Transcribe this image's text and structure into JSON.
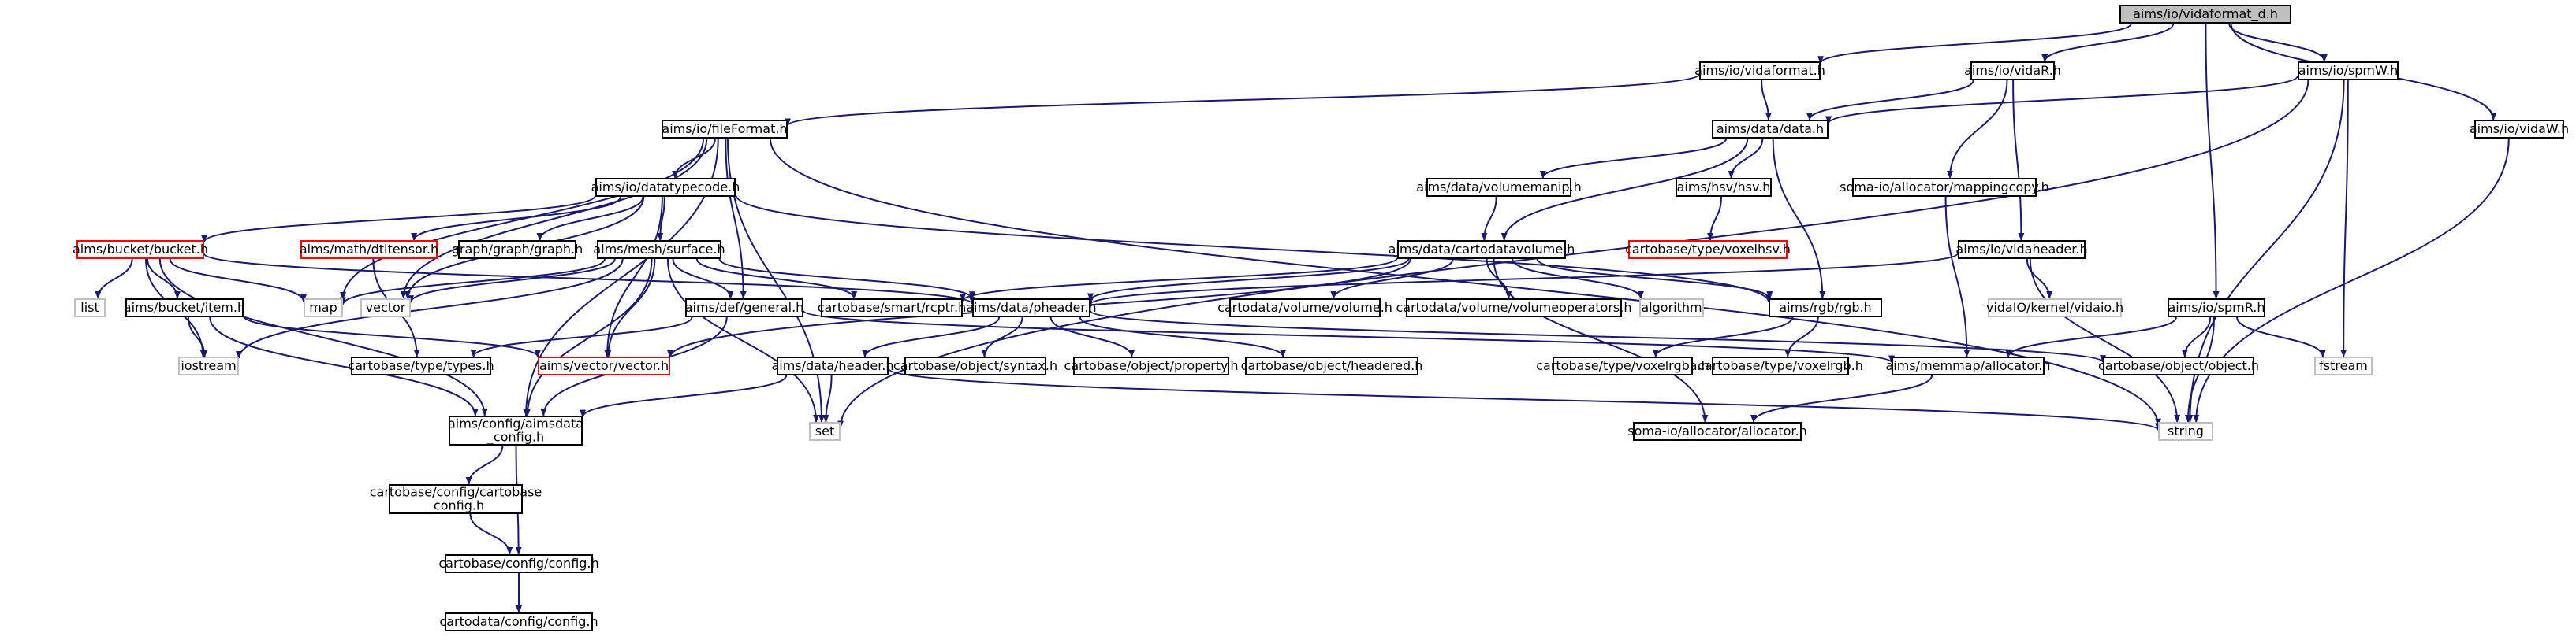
{
  "colors": {
    "edge": "#191970",
    "root_fill": "#bfbfbf",
    "node_fill": "#ffffff",
    "node_border": "#000000",
    "external_border": "#bfbfbf",
    "missing_border": "#ff0000"
  },
  "nodes": [
    {
      "id": "n0",
      "kind": "root",
      "lines": [
        "aims/io/vidaformat_d.h"
      ]
    },
    {
      "id": "n1",
      "kind": "normal",
      "lines": [
        "aims/io/vidaformat.h"
      ]
    },
    {
      "id": "n2",
      "kind": "normal",
      "lines": [
        "aims/io/vidaR.h"
      ]
    },
    {
      "id": "n3",
      "kind": "normal",
      "lines": [
        "aims/io/spmW.h"
      ]
    },
    {
      "id": "n4",
      "kind": "normal",
      "lines": [
        "aims/io/vidaW.h"
      ]
    },
    {
      "id": "n5",
      "kind": "normal",
      "lines": [
        "aims/io/fileFormat.h"
      ]
    },
    {
      "id": "n6",
      "kind": "normal",
      "lines": [
        "aims/data/data.h"
      ]
    },
    {
      "id": "n7",
      "kind": "normal",
      "lines": [
        "aims/io/datatypecode.h"
      ]
    },
    {
      "id": "n8",
      "kind": "normal",
      "lines": [
        "aims/data/volumemanip.h"
      ]
    },
    {
      "id": "n9",
      "kind": "normal",
      "lines": [
        "aims/hsv/hsv.h"
      ]
    },
    {
      "id": "n10",
      "kind": "normal",
      "lines": [
        "soma-io/allocator/mappingcopy.h"
      ]
    },
    {
      "id": "n11",
      "kind": "missing",
      "lines": [
        "aims/bucket/bucket.h"
      ]
    },
    {
      "id": "n12",
      "kind": "missing",
      "lines": [
        "aims/math/dtitensor.h"
      ]
    },
    {
      "id": "n13",
      "kind": "normal",
      "lines": [
        "graph/graph/graph.h"
      ]
    },
    {
      "id": "n14",
      "kind": "normal",
      "lines": [
        "aims/mesh/surface.h"
      ]
    },
    {
      "id": "n15",
      "kind": "normal",
      "lines": [
        "aims/data/cartodatavolume.h"
      ]
    },
    {
      "id": "n16",
      "kind": "missing",
      "lines": [
        "cartobase/type/voxelhsv.h"
      ]
    },
    {
      "id": "n17",
      "kind": "normal",
      "lines": [
        "aims/io/vidaheader.h"
      ]
    },
    {
      "id": "n18",
      "kind": "normal",
      "lines": [
        "aims/io/spmR.h"
      ]
    },
    {
      "id": "n19",
      "kind": "external",
      "lines": [
        "list"
      ]
    },
    {
      "id": "n20",
      "kind": "normal",
      "lines": [
        "aims/bucket/item.h"
      ]
    },
    {
      "id": "n21",
      "kind": "external",
      "lines": [
        "map"
      ]
    },
    {
      "id": "n22",
      "kind": "external",
      "lines": [
        "vector"
      ]
    },
    {
      "id": "n23",
      "kind": "normal",
      "lines": [
        "aims/def/general.h"
      ]
    },
    {
      "id": "n24",
      "kind": "normal",
      "lines": [
        "cartobase/smart/rcptr.h"
      ]
    },
    {
      "id": "n25",
      "kind": "normal",
      "lines": [
        "aims/data/pheader.h"
      ]
    },
    {
      "id": "n26",
      "kind": "normal",
      "lines": [
        "cartodata/volume/volume.h"
      ]
    },
    {
      "id": "n27",
      "kind": "normal",
      "lines": [
        "cartodata/volume/volumeoperators.h"
      ]
    },
    {
      "id": "n28",
      "kind": "external",
      "lines": [
        "algorithm"
      ]
    },
    {
      "id": "n29",
      "kind": "normal",
      "lines": [
        "aims/rgb/rgb.h"
      ]
    },
    {
      "id": "n30",
      "kind": "external",
      "lines": [
        "vidaIO/kernel/vidaio.h"
      ]
    },
    {
      "id": "n31",
      "kind": "external",
      "lines": [
        "iostream"
      ]
    },
    {
      "id": "n32",
      "kind": "normal",
      "lines": [
        "cartobase/type/types.h"
      ]
    },
    {
      "id": "n33",
      "kind": "missing",
      "lines": [
        "aims/vector/vector.h"
      ]
    },
    {
      "id": "n34",
      "kind": "normal",
      "lines": [
        "aims/data/header.h"
      ]
    },
    {
      "id": "n35",
      "kind": "normal",
      "lines": [
        "cartobase/object/syntax.h"
      ]
    },
    {
      "id": "n36",
      "kind": "normal",
      "lines": [
        "cartobase/object/property.h"
      ]
    },
    {
      "id": "n37",
      "kind": "normal",
      "lines": [
        "cartobase/object/headered.h"
      ]
    },
    {
      "id": "n38",
      "kind": "normal",
      "lines": [
        "cartobase/type/voxelrgba.h"
      ]
    },
    {
      "id": "n39",
      "kind": "normal",
      "lines": [
        "cartobase/type/voxelrgb.h"
      ]
    },
    {
      "id": "n40",
      "kind": "normal",
      "lines": [
        "aims/memmap/allocator.h"
      ]
    },
    {
      "id": "n41",
      "kind": "normal",
      "lines": [
        "cartobase/object/object.h"
      ]
    },
    {
      "id": "n42",
      "kind": "external",
      "lines": [
        "fstream"
      ]
    },
    {
      "id": "n43",
      "kind": "normal",
      "lines": [
        "aims/config/aimsdata",
        "_config.h"
      ]
    },
    {
      "id": "n44",
      "kind": "external",
      "lines": [
        "set"
      ]
    },
    {
      "id": "n45",
      "kind": "normal",
      "lines": [
        "soma-io/allocator/allocator.h"
      ]
    },
    {
      "id": "n46",
      "kind": "external",
      "lines": [
        "string"
      ]
    },
    {
      "id": "n47",
      "kind": "normal",
      "lines": [
        "cartobase/config/cartobase",
        "_config.h"
      ]
    },
    {
      "id": "n48",
      "kind": "normal",
      "lines": [
        "cartobase/config/config.h"
      ]
    },
    {
      "id": "n49",
      "kind": "normal",
      "lines": [
        "cartodata/config/config.h"
      ]
    }
  ],
  "edges": [
    [
      "n0",
      "n1"
    ],
    [
      "n0",
      "n2"
    ],
    [
      "n0",
      "n3"
    ],
    [
      "n0",
      "n4"
    ],
    [
      "n0",
      "n18"
    ],
    [
      "n1",
      "n5"
    ],
    [
      "n1",
      "n6"
    ],
    [
      "n2",
      "n6"
    ],
    [
      "n2",
      "n10"
    ],
    [
      "n2",
      "n17"
    ],
    [
      "n3",
      "n6"
    ],
    [
      "n3",
      "n42"
    ],
    [
      "n3",
      "n44"
    ],
    [
      "n3",
      "n46"
    ],
    [
      "n4",
      "n46"
    ],
    [
      "n5",
      "n7"
    ],
    [
      "n5",
      "n23"
    ],
    [
      "n5",
      "n21"
    ],
    [
      "n5",
      "n22"
    ],
    [
      "n5",
      "n43"
    ],
    [
      "n5",
      "n44"
    ],
    [
      "n5",
      "n46"
    ],
    [
      "n6",
      "n8"
    ],
    [
      "n6",
      "n9"
    ],
    [
      "n6",
      "n15"
    ],
    [
      "n6",
      "n29"
    ],
    [
      "n7",
      "n11"
    ],
    [
      "n7",
      "n12"
    ],
    [
      "n7",
      "n13"
    ],
    [
      "n7",
      "n14"
    ],
    [
      "n7",
      "n33"
    ],
    [
      "n7",
      "n29"
    ],
    [
      "n7",
      "n22"
    ],
    [
      "n8",
      "n15"
    ],
    [
      "n9",
      "n16"
    ],
    [
      "n10",
      "n40"
    ],
    [
      "n11",
      "n19"
    ],
    [
      "n11",
      "n20"
    ],
    [
      "n11",
      "n21"
    ],
    [
      "n11",
      "n31"
    ],
    [
      "n11",
      "n43"
    ],
    [
      "n11",
      "n25"
    ],
    [
      "n12",
      "n32"
    ],
    [
      "n14",
      "n21"
    ],
    [
      "n14",
      "n22"
    ],
    [
      "n14",
      "n23"
    ],
    [
      "n14",
      "n24"
    ],
    [
      "n14",
      "n25"
    ],
    [
      "n14",
      "n31"
    ],
    [
      "n14",
      "n33"
    ],
    [
      "n14",
      "n43"
    ],
    [
      "n14",
      "n44"
    ],
    [
      "n15",
      "n24"
    ],
    [
      "n15",
      "n25"
    ],
    [
      "n15",
      "n26"
    ],
    [
      "n15",
      "n27"
    ],
    [
      "n15",
      "n28"
    ],
    [
      "n15",
      "n29"
    ],
    [
      "n15",
      "n33"
    ],
    [
      "n15",
      "n45"
    ],
    [
      "n17",
      "n25"
    ],
    [
      "n17",
      "n30"
    ],
    [
      "n17",
      "n46"
    ],
    [
      "n18",
      "n40"
    ],
    [
      "n18",
      "n41"
    ],
    [
      "n18",
      "n42"
    ],
    [
      "n18",
      "n46"
    ],
    [
      "n20",
      "n31"
    ],
    [
      "n20",
      "n33"
    ],
    [
      "n20",
      "n43"
    ],
    [
      "n23",
      "n32"
    ],
    [
      "n23",
      "n43"
    ],
    [
      "n23",
      "n40"
    ],
    [
      "n25",
      "n34"
    ],
    [
      "n25",
      "n35"
    ],
    [
      "n25",
      "n36"
    ],
    [
      "n25",
      "n37"
    ],
    [
      "n25",
      "n41"
    ],
    [
      "n29",
      "n38"
    ],
    [
      "n29",
      "n39"
    ],
    [
      "n34",
      "n43"
    ],
    [
      "n34",
      "n44"
    ],
    [
      "n34",
      "n46"
    ],
    [
      "n40",
      "n45"
    ],
    [
      "n43",
      "n47"
    ],
    [
      "n43",
      "n48"
    ],
    [
      "n47",
      "n48"
    ],
    [
      "n48",
      "n49"
    ]
  ]
}
